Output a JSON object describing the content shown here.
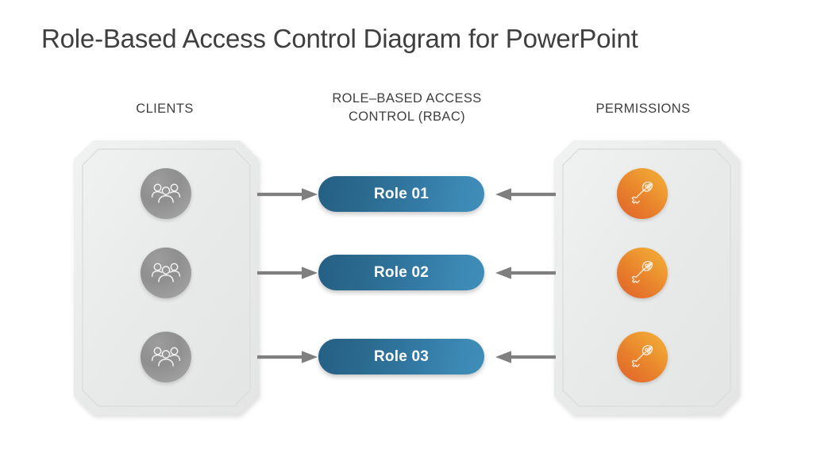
{
  "slide": {
    "title": "Role-Based Access Control Diagram for PowerPoint",
    "background_color": "#ffffff"
  },
  "columns": {
    "clients": {
      "header": "CLIENTS",
      "icon": "people-group-icon",
      "circle_color": "#9a9a9a",
      "panel_color": "#e9eaea",
      "nodes": [
        {
          "label": ""
        },
        {
          "label": ""
        },
        {
          "label": ""
        }
      ]
    },
    "rbac": {
      "header_line1": "ROLE–BASED ACCESS",
      "header_line2": "CONTROL (RBAC)",
      "pill_gradient_start": "#255f84",
      "pill_gradient_end": "#3f8eb8",
      "roles": [
        {
          "label": "Role 01"
        },
        {
          "label": "Role 02"
        },
        {
          "label": "Role 03"
        }
      ]
    },
    "permissions": {
      "header": "PERMISSIONS",
      "icon": "key-icon",
      "circle_color": "#e8862c",
      "panel_color": "#e9eaea",
      "nodes": [
        {
          "label": ""
        },
        {
          "label": ""
        },
        {
          "label": ""
        }
      ]
    }
  },
  "connectors": {
    "color": "#7f7f7f",
    "left_arrows": [
      {
        "direction": "right",
        "from": "clients",
        "to": "Role 01"
      },
      {
        "direction": "right",
        "from": "clients",
        "to": "Role 02"
      },
      {
        "direction": "right",
        "from": "clients",
        "to": "Role 03"
      }
    ],
    "right_arrows": [
      {
        "direction": "left",
        "from": "permissions",
        "to": "Role 01"
      },
      {
        "direction": "left",
        "from": "permissions",
        "to": "Role 02"
      },
      {
        "direction": "left",
        "from": "permissions",
        "to": "Role 03"
      }
    ]
  }
}
